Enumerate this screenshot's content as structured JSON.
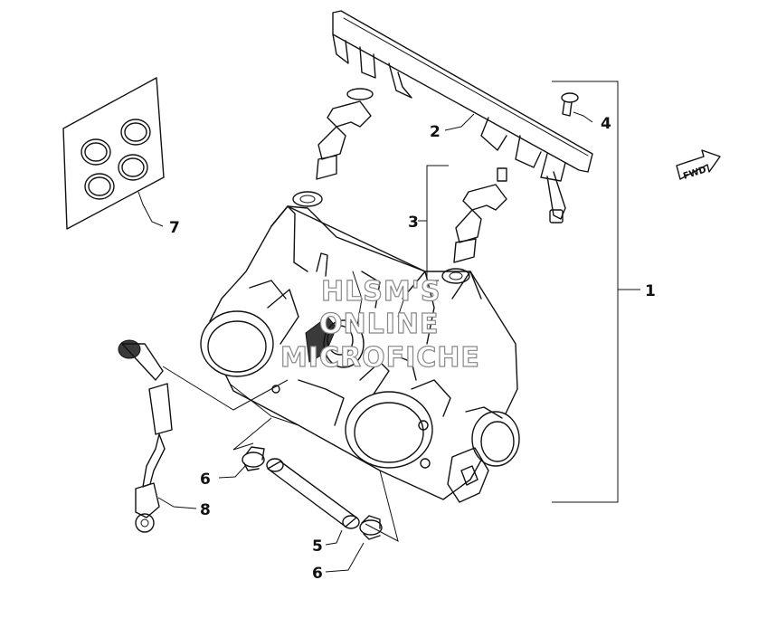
{
  "callouts": {
    "c1": "1",
    "c2": "2",
    "c3": "3",
    "c4": "4",
    "c5": "5",
    "c6a": "6",
    "c6b": "6",
    "c7": "7",
    "c8": "8"
  },
  "fwd_label": "FWD",
  "watermark": {
    "line1": "HLSM'S",
    "line2": "ONLINE",
    "line3": "MICROFICHE"
  }
}
